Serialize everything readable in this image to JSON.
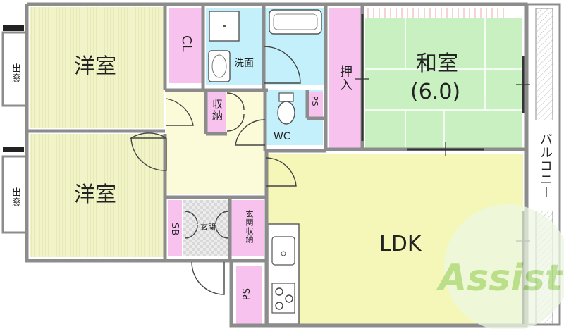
{
  "rooms": {
    "western_top": "洋室",
    "western_bottom": "洋室",
    "closet": "CL",
    "washroom": "洗面",
    "storage": "収納",
    "wc": "WC",
    "ps_upper": "PS",
    "ps_lower": "PS",
    "oshiire": "押入",
    "washitsu": "和室",
    "washitsu_size": "(6.0)",
    "ldk": "LDK",
    "balcony": "バルコニー",
    "entrance": "玄関",
    "entrance_storage": "玄関収納",
    "shoebox": "SB",
    "bay_window_top": "出窓",
    "bay_window_bottom": "出窓"
  },
  "watermark": "Assist",
  "colors": {
    "wall": "#8c8c8c",
    "western_floor": "#f1f3c8",
    "corridor_floor": "#fbfbd9",
    "tatami": "#c8f0c0",
    "storage": "#f7c3ee",
    "wet_area": "#c3f0fb",
    "ldk_floor": "#f5f7b9",
    "watermark": "#a8d878"
  }
}
